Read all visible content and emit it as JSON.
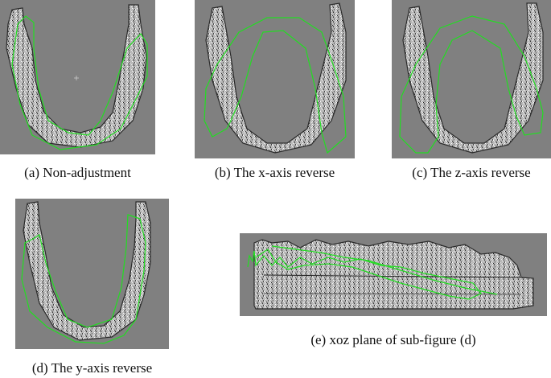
{
  "figure": {
    "panels": [
      {
        "id": "a",
        "caption": "(a) Non-adjustment"
      },
      {
        "id": "b",
        "caption": "(b) The x-axis reverse"
      },
      {
        "id": "c",
        "caption": "(c) The z-axis reverse"
      },
      {
        "id": "d",
        "caption": "(d) The y-axis reverse"
      },
      {
        "id": "e",
        "caption": "(e) xoz plane of sub-figure (d)"
      }
    ],
    "colors": {
      "background": "#808080",
      "contour": "#22dd22",
      "point_cloud": "#d8d8d8"
    }
  }
}
